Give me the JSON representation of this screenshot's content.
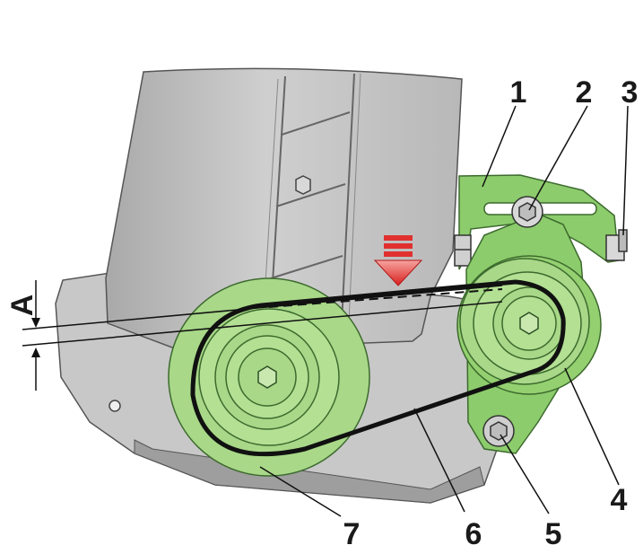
{
  "callouts": {
    "c1": "1",
    "c2": "2",
    "c3": "3",
    "c4": "4",
    "c5": "5",
    "c6": "6",
    "c7": "7",
    "dimension": "A"
  },
  "colors": {
    "pulley_green": "#a8d888",
    "pulley_edge": "#4a7a38",
    "bracket_green": "#8ccc6c",
    "engine_gray": "#c4c4c4",
    "engine_dark": "#9a9a9a",
    "belt": "#111111",
    "arrow_red": "#e0312f"
  }
}
